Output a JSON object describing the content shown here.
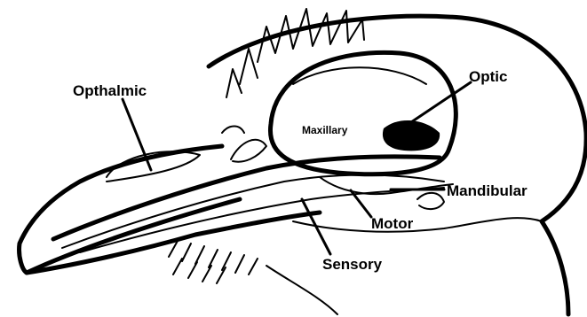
{
  "labels": {
    "opthalmic": "Opthalmic",
    "optic": "Optic",
    "maxillary": "Maxillary",
    "mandibular": "Mandibular",
    "motor": "Motor",
    "sensory": "Sensory"
  },
  "colors": {
    "ink": "#000000",
    "paper": "#ffffff"
  }
}
